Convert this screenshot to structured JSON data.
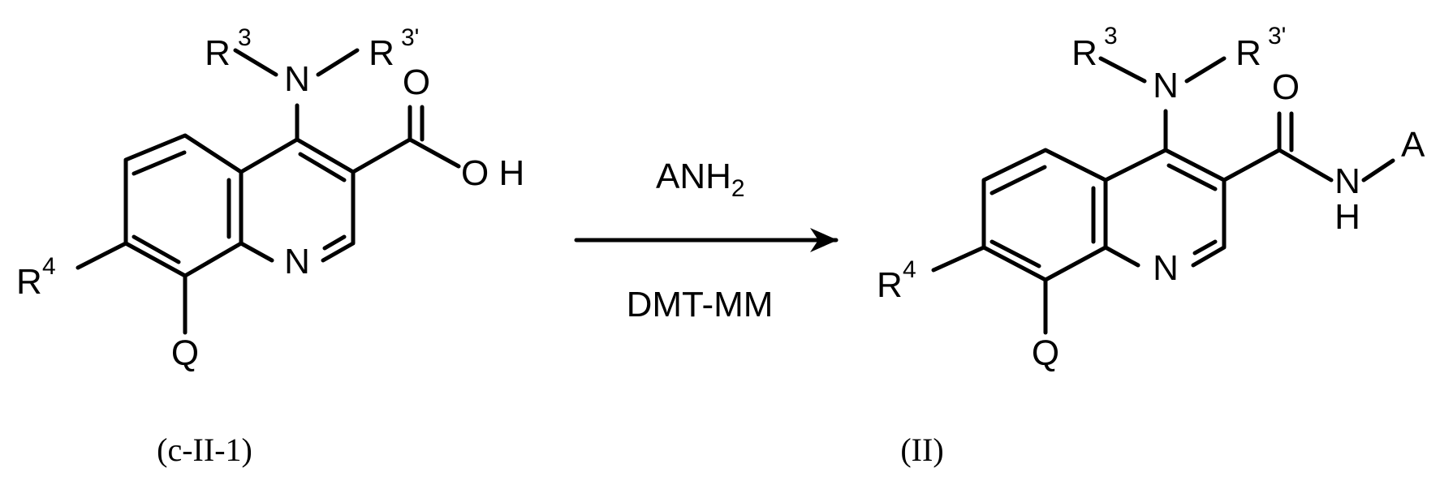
{
  "reactant": {
    "label": "(c-II-1)",
    "atoms": {
      "n_amine": "N",
      "r3": "R",
      "r3_sup": "3",
      "r3p": "R",
      "r3p_sup": "3'",
      "o_carbonyl": "O",
      "oh": "O H",
      "n_ring": "N",
      "r4": "R",
      "r4_sup": "4",
      "q": "Q"
    }
  },
  "conditions": {
    "above_a": "ANH",
    "above_sub": "2",
    "below": "DMT-MM"
  },
  "product": {
    "label": "(II)",
    "atoms": {
      "n_amine": "N",
      "r3": "R",
      "r3_sup": "3",
      "r3p": "R",
      "r3p_sup": "3'",
      "o_carbonyl": "O",
      "n_amide": "N",
      "h_amide": "H",
      "a": "A",
      "n_ring": "N",
      "r4": "R",
      "r4_sup": "4",
      "q": "Q"
    }
  }
}
